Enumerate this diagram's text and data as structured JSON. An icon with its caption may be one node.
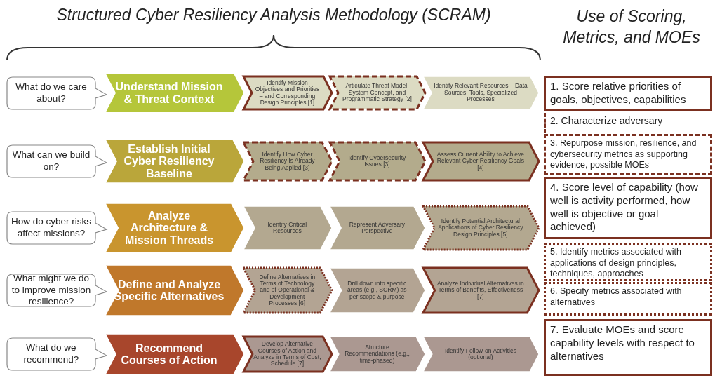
{
  "diagram": {
    "title": "Structured Cyber Resiliency Analysis Methodology (SCRAM)",
    "nodes": [
      {
        "text": [
          "What do we care about?"
        ]
      },
      {
        "text": [
          "Understand Mission & Threat Context"
        ]
      },
      {
        "text": [
          "Identify Mission Objectives and Priorities – and Corresponding Design Principles [1]"
        ]
      },
      {
        "text": [
          "Articulate Threat Model, System Concept, and Programmatic Strategy [2]"
        ]
      },
      {
        "text": [
          "Identify Relevant Resources – Data Sources, Tools, Specialized Processes"
        ]
      },
      {
        "text": [
          "What can we build on?"
        ]
      },
      {
        "text": [
          "Establish Initial Cyber Resiliency Baseline"
        ]
      },
      {
        "text": [
          "Identify How Cyber Resiliency Is Already Being Applied [3]"
        ]
      },
      {
        "text": [
          "Identify Cybersecurity Issues [3]"
        ]
      },
      {
        "text": [
          "Assess Current Ability to Achieve Relevant Cyber Resiliency Goals [4]"
        ]
      },
      {
        "text": [
          "How do cyber risks affect missions?"
        ]
      },
      {
        "text": [
          "Analyze Architecture & Mission Threads"
        ]
      },
      {
        "text": [
          "Identify Critical Resources"
        ]
      },
      {
        "text": [
          "Represent Adversary Perspective"
        ]
      },
      {
        "text": [
          "Identify Potential Architectural Applications of Cyber Resiliency Design Principles [5]"
        ]
      },
      {
        "text": [
          "What might we do to improve mission resilience?"
        ]
      },
      {
        "text": [
          "Define and Analyze Specific Alternatives"
        ]
      },
      {
        "text": [
          "Define Alternatives in Terms of Technology and of Operational & Development Processes [6]"
        ]
      },
      {
        "text": [
          "Drill down into specific areas (e.g., SCRM) as per scope & purpose"
        ]
      },
      {
        "text": [
          "Analyze Individual Alternatives in Terms of Benefits, Effectiveness [7]"
        ]
      },
      {
        "text": [
          "What do we recommend?"
        ]
      },
      {
        "text": [
          "Recommend Courses of Action"
        ]
      },
      {
        "text": [
          "Develop Alternative Courses of Action and Analyze in Terms of Cost, Schedule [7]"
        ]
      },
      {
        "text": [
          "Structure Recommendations (e.g., time-phased)"
        ]
      },
      {
        "text": [
          "Identify Follow-on Activities (optional)"
        ]
      },
      {
        "text": [
          "1. Score relative priorities of goals, objectives, capabilities"
        ]
      },
      {
        "text": [
          "2. Characterize adversary"
        ]
      },
      {
        "text": [
          "3. Repurpose mission, resilience, and cybersecurity metrics as supporting evidence, possible MOEs"
        ]
      },
      {
        "text": [
          "4. Score level of capability (how well is activity performed, how well is objective or goal achieved)"
        ]
      },
      {
        "text": [
          "5. Identify metrics associated with applications of design principles, techniques, approaches"
        ]
      },
      {
        "text": [
          "6. Specify metrics associated with alternatives"
        ]
      },
      {
        "text": [
          "7. Evaluate MOEs and score capability levels with respect to alternatives"
        ]
      }
    ],
    "edges": [],
    "labels": [
      "Use of Scoring, Metrics, and MOEs"
    ]
  }
}
